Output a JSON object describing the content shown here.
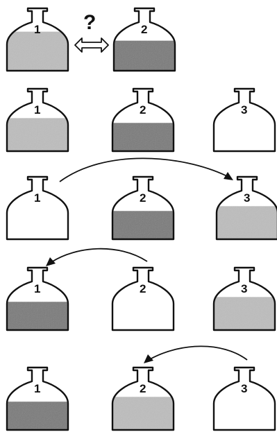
{
  "question_mark": "?",
  "colors": {
    "light_liquid": "#bdbdbd",
    "dark_liquid": "#7a7a7a",
    "outline": "#111111",
    "empty": "#ffffff"
  },
  "steps": [
    {
      "bottles": [
        {
          "label": "1",
          "fill": "light",
          "level": 0.65
        },
        {
          "label": "2",
          "fill": "dark",
          "level": 0.5
        }
      ],
      "swap_symbol": "two-way-arrow"
    },
    {
      "bottles": [
        {
          "label": "1",
          "fill": "light",
          "level": 0.55
        },
        {
          "label": "2",
          "fill": "dark",
          "level": 0.47
        },
        {
          "label": "3",
          "fill": "none",
          "level": 0
        }
      ]
    },
    {
      "bottles": [
        {
          "label": "1",
          "fill": "none",
          "level": 0
        },
        {
          "label": "2",
          "fill": "dark",
          "level": 0.47
        },
        {
          "label": "3",
          "fill": "light",
          "level": 0.55
        }
      ],
      "transfer": {
        "from": "1",
        "to": "3"
      }
    },
    {
      "bottles": [
        {
          "label": "1",
          "fill": "dark",
          "level": 0.47
        },
        {
          "label": "2",
          "fill": "none",
          "level": 0
        },
        {
          "label": "3",
          "fill": "light",
          "level": 0.55
        }
      ],
      "transfer": {
        "from": "2",
        "to": "1"
      }
    },
    {
      "bottles": [
        {
          "label": "1",
          "fill": "dark",
          "level": 0.47
        },
        {
          "label": "2",
          "fill": "light",
          "level": 0.55
        },
        {
          "label": "3",
          "fill": "none",
          "level": 0
        }
      ],
      "transfer": {
        "from": "3",
        "to": "2"
      }
    }
  ]
}
